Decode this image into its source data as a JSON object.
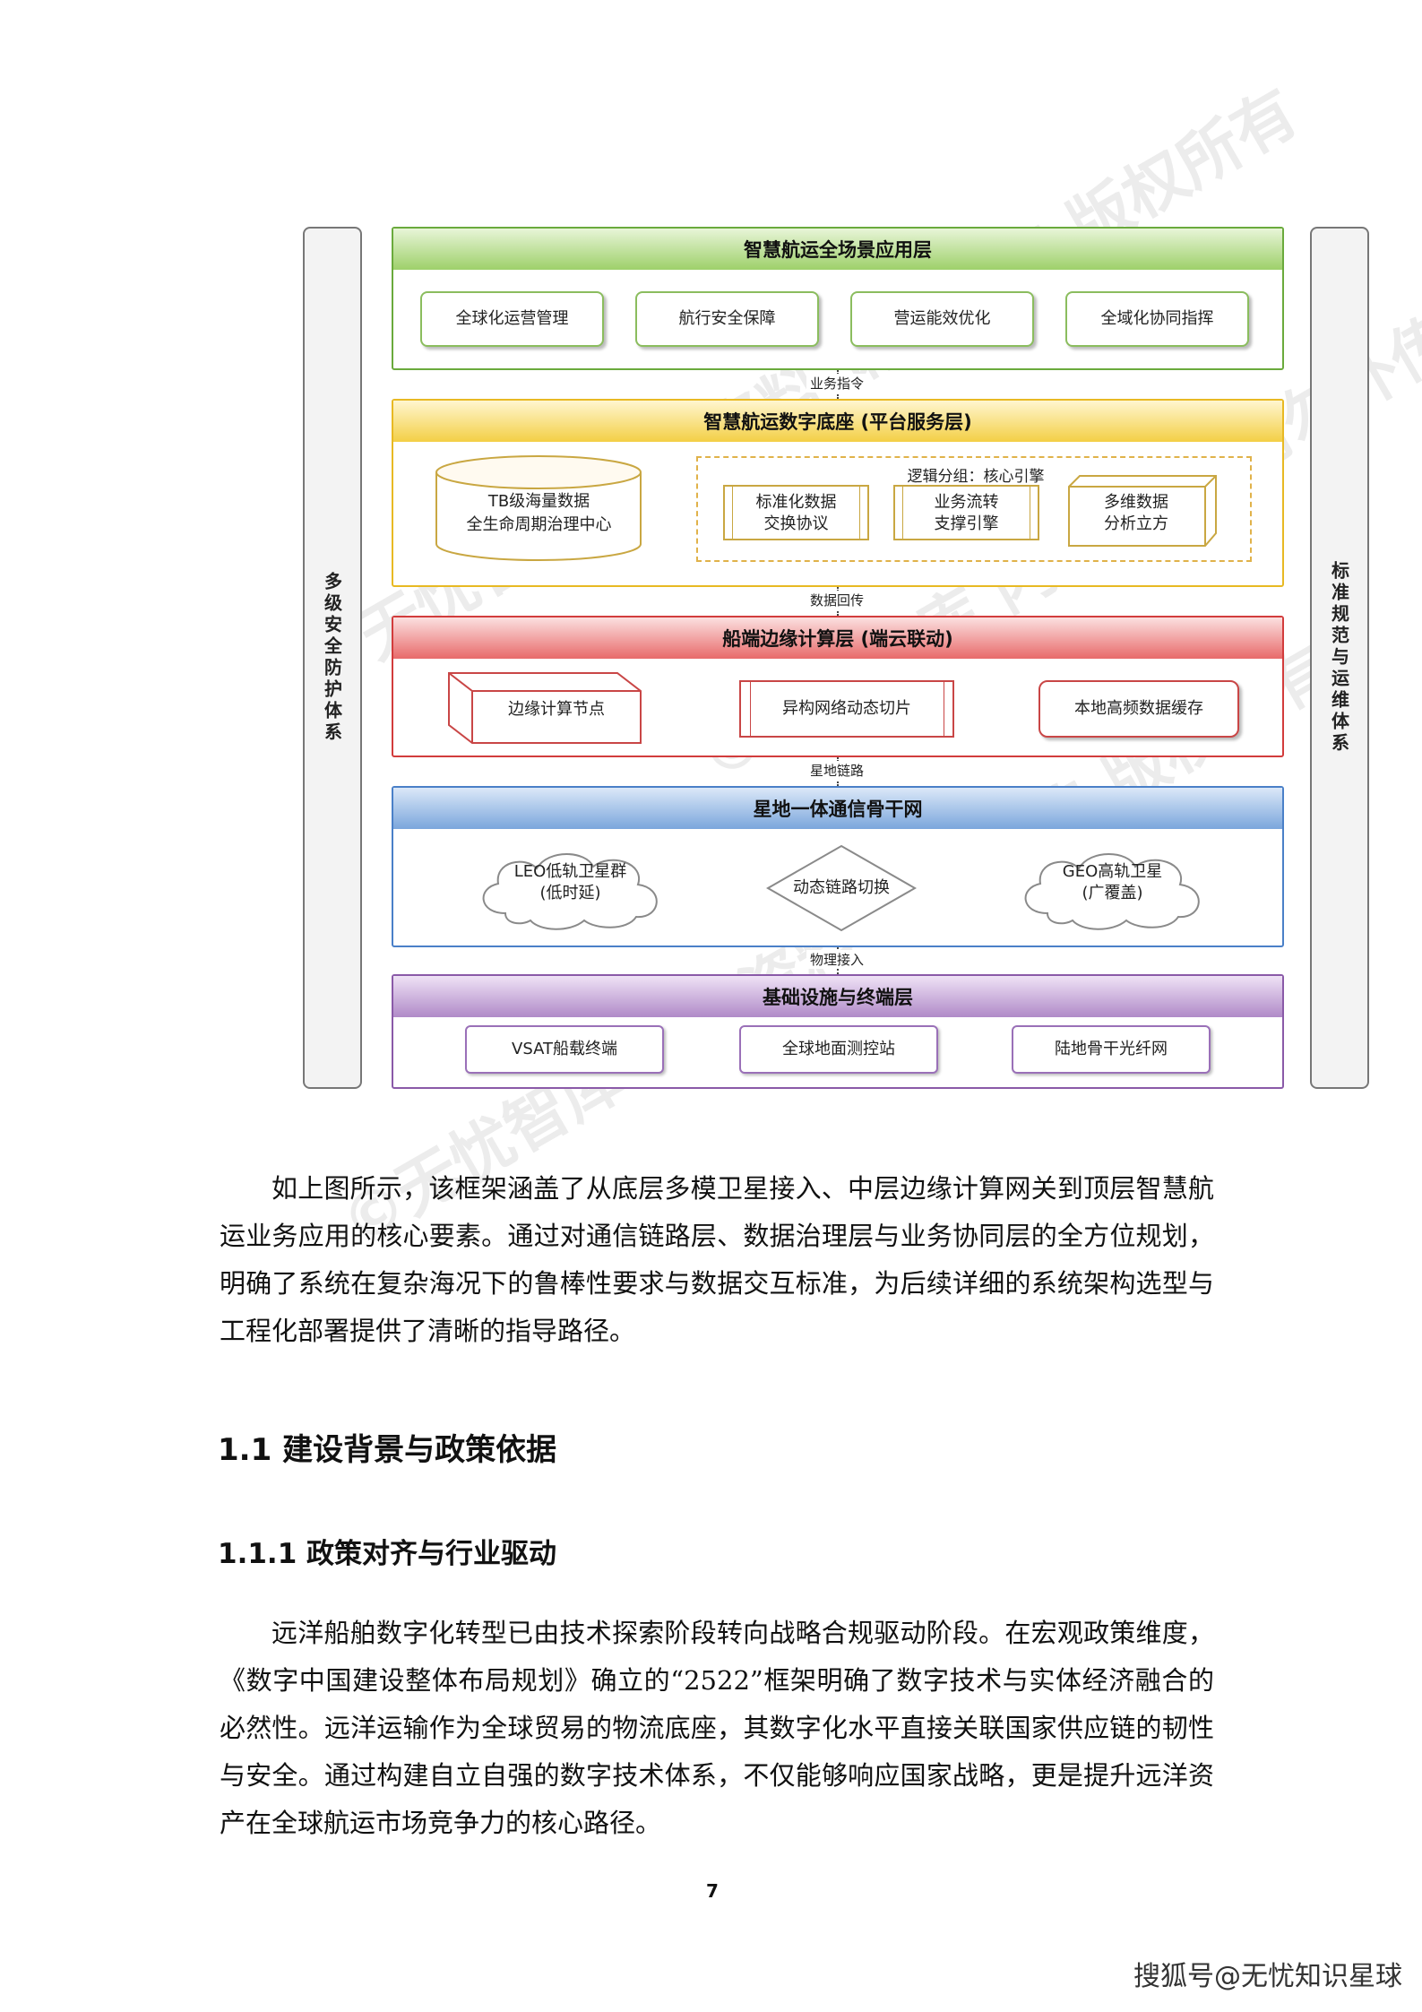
{
  "diagram": {
    "left_pillar": "多级安全防护体系",
    "right_pillar": "标准规范与运维体系",
    "layers": {
      "app": {
        "title": "智慧航运全场景应用层",
        "items": [
          "全球化运营管理",
          "航行安全保障",
          "营运能效优化",
          "全域化协同指挥"
        ]
      },
      "platform": {
        "title": "智慧航运数字底座 (平台服务层)",
        "db_line1": "TB级海量数据",
        "db_line2": "全生命周期治理中心",
        "group_label": "逻辑分组：核心引擎",
        "engine1_line1": "标准化数据",
        "engine1_line2": "交换协议",
        "engine2_line1": "业务流转",
        "engine2_line2": "支撑引擎",
        "engine3_line1": "多维数据",
        "engine3_line2": "分析立方"
      },
      "edge": {
        "title": "船端边缘计算层 (端云联动)",
        "items": [
          "边缘计算节点",
          "异构网络动态切片",
          "本地高频数据缓存"
        ]
      },
      "network": {
        "title": "星地一体通信骨干网",
        "leo_line1": "LEO低轨卫星群",
        "leo_line2": "(低时延)",
        "switch": "动态链路切换",
        "geo_line1": "GEO高轨卫星",
        "geo_line2": "(广覆盖)"
      },
      "infra": {
        "title": "基础设施与终端层",
        "items": [
          "VSAT船载终端",
          "全球地面测控站",
          "陆地骨干光纤网"
        ]
      }
    },
    "connectors": [
      "业务指令",
      "数据回传",
      "星地链路",
      "物理接入"
    ],
    "colors": {
      "app": "#6aaa3c",
      "platform": "#e8b923",
      "edge": "#d23c3c",
      "network": "#4a80c8",
      "infra": "#8a5aa8"
    }
  },
  "paragraph1": "如上图所示，该框架涵盖了从底层多模卫星接入、中层边缘计算网关到顶层智慧航运业务应用的核心要素。通过对通信链路层、数据治理层与业务协同层的全方位规划，明确了系统在复杂海况下的鲁棒性要求与数据交互标准，为后续详细的系统架构选型与工程化部署提供了清晰的指导路径。",
  "heading1": "1.1  建设背景与政策依据",
  "heading2": "1.1.1  政策对齐与行业驱动",
  "paragraph2": "远洋船舶数字化转型已由技术探索阶段转向战略合规驱动阶段。在宏观政策维度，《数字中国建设整体布局规划》确立的“2522”框架明确了数字技术与实体经济融合的必然性。远洋运输作为全球贸易的物流底座，其数字化水平直接关联国家供应链的韧性与安全。通过构建自立自强的数字技术体系，不仅能够响应国家战略，更是提升远洋资产在全球航运市场竞争力的核心路径。",
  "page_number": "7",
  "footer_mark": "搜狐号@无忧知识星球",
  "watermark_text": "©无忧智库 内部资料 请勿外传 版权所有"
}
